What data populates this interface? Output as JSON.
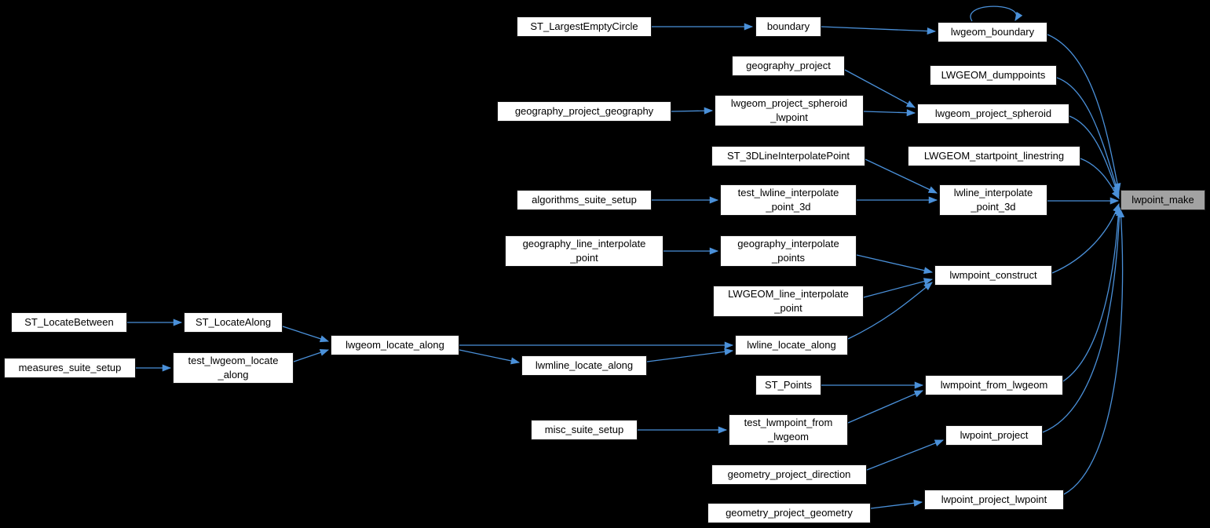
{
  "graph": {
    "colors": {
      "bg": "#000000",
      "edge": "#4a90d9",
      "node-fill": "#ffffff",
      "node-text": "#000000",
      "hl": "#a2a2a2"
    },
    "highlighted_node": "lwpoint_make",
    "nodes": {
      "ST_LargestEmptyCircle": "ST_LargestEmptyCircle",
      "boundary": "boundary",
      "lwgeom_boundary": "lwgeom_boundary",
      "geography_project": "geography_project",
      "LWGEOM_dumppoints": "LWGEOM_dumppoints",
      "geography_project_geography": "geography_project_geography",
      "lwgeom_project_spheroid_lwpoint": "lwgeom_project_spheroid\n_lwpoint",
      "lwgeom_project_spheroid": "lwgeom_project_spheroid",
      "ST_3DLineInterpolatePoint": "ST_3DLineInterpolatePoint",
      "LWGEOM_startpoint_linestring": "LWGEOM_startpoint_linestring",
      "algorithms_suite_setup": "algorithms_suite_setup",
      "test_lwline_interpolate_point_3d": "test_lwline_interpolate\n_point_3d",
      "lwline_interpolate_point_3d": "lwline_interpolate\n_point_3d",
      "lwpoint_make": "lwpoint_make",
      "geography_line_interpolate_point": "geography_line_interpolate\n_point",
      "geography_interpolate_points": "geography_interpolate\n_points",
      "lwmpoint_construct": "lwmpoint_construct",
      "LWGEOM_line_interpolate_point": "LWGEOM_line_interpolate\n_point",
      "ST_LocateBetween": "ST_LocateBetween",
      "ST_LocateAlong": "ST_LocateAlong",
      "lwgeom_locate_along": "lwgeom_locate_along",
      "lwline_locate_along": "lwline_locate_along",
      "measures_suite_setup": "measures_suite_setup",
      "test_lwgeom_locate_along": "test_lwgeom_locate\n_along",
      "lwmline_locate_along": "lwmline_locate_along",
      "ST_Points": "ST_Points",
      "lwmpoint_from_lwgeom": "lwmpoint_from_lwgeom",
      "misc_suite_setup": "misc_suite_setup",
      "test_lwmpoint_from_lwgeom": "test_lwmpoint_from\n_lwgeom",
      "lwpoint_project": "lwpoint_project",
      "geometry_project_direction": "geometry_project_direction",
      "lwpoint_project_lwpoint": "lwpoint_project_lwpoint",
      "geometry_project_geometry": "geometry_project_geometry"
    },
    "edges": [
      {
        "from": "ST_LargestEmptyCircle",
        "to": "boundary"
      },
      {
        "from": "boundary",
        "to": "lwgeom_boundary"
      },
      {
        "from": "lwgeom_boundary",
        "to": "lwgeom_boundary"
      },
      {
        "from": "lwgeom_boundary",
        "to": "lwpoint_make"
      },
      {
        "from": "LWGEOM_dumppoints",
        "to": "lwpoint_make"
      },
      {
        "from": "geography_project",
        "to": "lwgeom_project_spheroid"
      },
      {
        "from": "geography_project_geography",
        "to": "lwgeom_project_spheroid_lwpoint"
      },
      {
        "from": "lwgeom_project_spheroid_lwpoint",
        "to": "lwgeom_project_spheroid"
      },
      {
        "from": "lwgeom_project_spheroid",
        "to": "lwpoint_make"
      },
      {
        "from": "LWGEOM_startpoint_linestring",
        "to": "lwpoint_make"
      },
      {
        "from": "ST_3DLineInterpolatePoint",
        "to": "lwline_interpolate_point_3d"
      },
      {
        "from": "algorithms_suite_setup",
        "to": "test_lwline_interpolate_point_3d"
      },
      {
        "from": "test_lwline_interpolate_point_3d",
        "to": "lwline_interpolate_point_3d"
      },
      {
        "from": "lwline_interpolate_point_3d",
        "to": "lwpoint_make"
      },
      {
        "from": "geography_line_interpolate_point",
        "to": "geography_interpolate_points"
      },
      {
        "from": "geography_interpolate_points",
        "to": "lwmpoint_construct"
      },
      {
        "from": "LWGEOM_line_interpolate_point",
        "to": "lwmpoint_construct"
      },
      {
        "from": "lwmpoint_construct",
        "to": "lwpoint_make"
      },
      {
        "from": "ST_LocateBetween",
        "to": "ST_LocateAlong"
      },
      {
        "from": "ST_LocateAlong",
        "to": "lwgeom_locate_along"
      },
      {
        "from": "measures_suite_setup",
        "to": "test_lwgeom_locate_along"
      },
      {
        "from": "test_lwgeom_locate_along",
        "to": "lwgeom_locate_along"
      },
      {
        "from": "lwgeom_locate_along",
        "to": "lwline_locate_along"
      },
      {
        "from": "lwgeom_locate_along",
        "to": "lwmline_locate_along"
      },
      {
        "from": "lwmline_locate_along",
        "to": "lwline_locate_along"
      },
      {
        "from": "lwline_locate_along",
        "to": "lwmpoint_construct"
      },
      {
        "from": "ST_Points",
        "to": "lwmpoint_from_lwgeom"
      },
      {
        "from": "lwmpoint_from_lwgeom",
        "to": "lwpoint_make"
      },
      {
        "from": "misc_suite_setup",
        "to": "test_lwmpoint_from_lwgeom"
      },
      {
        "from": "test_lwmpoint_from_lwgeom",
        "to": "lwmpoint_from_lwgeom"
      },
      {
        "from": "geometry_project_direction",
        "to": "lwpoint_project"
      },
      {
        "from": "lwpoint_project",
        "to": "lwpoint_make"
      },
      {
        "from": "geometry_project_geometry",
        "to": "lwpoint_project_lwpoint"
      },
      {
        "from": "lwpoint_project_lwpoint",
        "to": "lwpoint_make"
      }
    ]
  }
}
